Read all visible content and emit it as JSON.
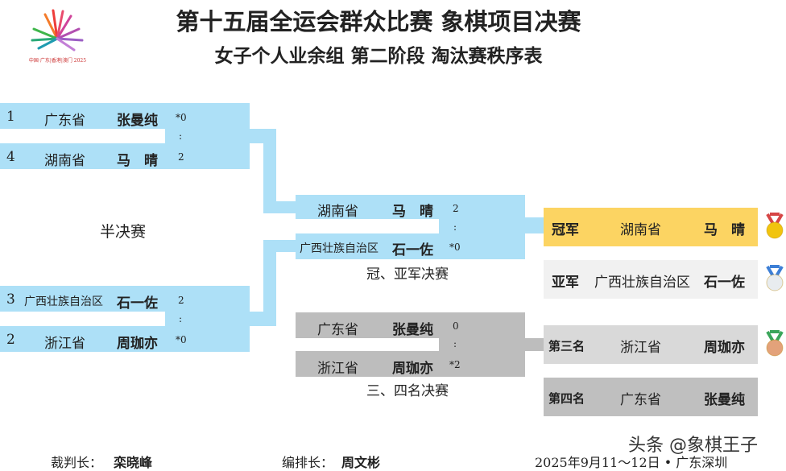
{
  "header": {
    "title": "第十五届全运会群众比赛  象棋项目决赛",
    "subtitle": "女子个人业余组  第二阶段  淘汰赛秩序表",
    "logo_text": "中国·广东|香港|澳门 2025"
  },
  "semifinal": {
    "label": "半决赛",
    "matches": [
      {
        "p1": {
          "seed": "1",
          "prov": "广东省",
          "name": "张曼纯",
          "score": "*0"
        },
        "p2": {
          "seed": "4",
          "prov": "湖南省",
          "name": "马　晴",
          "score": "2"
        }
      },
      {
        "p1": {
          "seed": "3",
          "prov": "广西壮族自治区",
          "name": "石一佐",
          "score": "2"
        },
        "p2": {
          "seed": "2",
          "prov": "浙江省",
          "name": "周珈亦",
          "score": "*0"
        }
      }
    ]
  },
  "final": {
    "label": "冠、亚军决赛",
    "p1": {
      "prov": "湖南省",
      "name": "马　晴",
      "score": "2"
    },
    "p2": {
      "prov": "广西壮族自治区",
      "name": "石一佐",
      "score": "*0"
    }
  },
  "third": {
    "label": "三、四名决赛",
    "p1": {
      "prov": "广东省",
      "name": "张曼纯",
      "score": "0"
    },
    "p2": {
      "prov": "浙江省",
      "name": "周珈亦",
      "score": "*2"
    }
  },
  "colon": ":",
  "results": [
    {
      "rank": "冠军",
      "prov": "湖南省",
      "name": "马　晴",
      "color": "#fcd462",
      "medal": "gold"
    },
    {
      "rank": "亚军",
      "prov": "广西壮族自治区",
      "name": "石一佐",
      "color": "#f1f1f1",
      "medal": "silver"
    },
    {
      "rank": "第三名",
      "prov": "浙江省",
      "name": "周珈亦",
      "color": "#d9d9d9",
      "medal": "bronze"
    },
    {
      "rank": "第四名",
      "prov": "广东省",
      "name": "张曼纯",
      "color": "#bfbfbf"
    }
  ],
  "footer": {
    "referee_label": "裁判长：",
    "referee": "栾晓峰",
    "arranger_label": "编排长：",
    "arranger": "周文彬",
    "date": "2025年9月11～12日 • 广东深圳"
  },
  "watermark": "头条 @象棋王子"
}
